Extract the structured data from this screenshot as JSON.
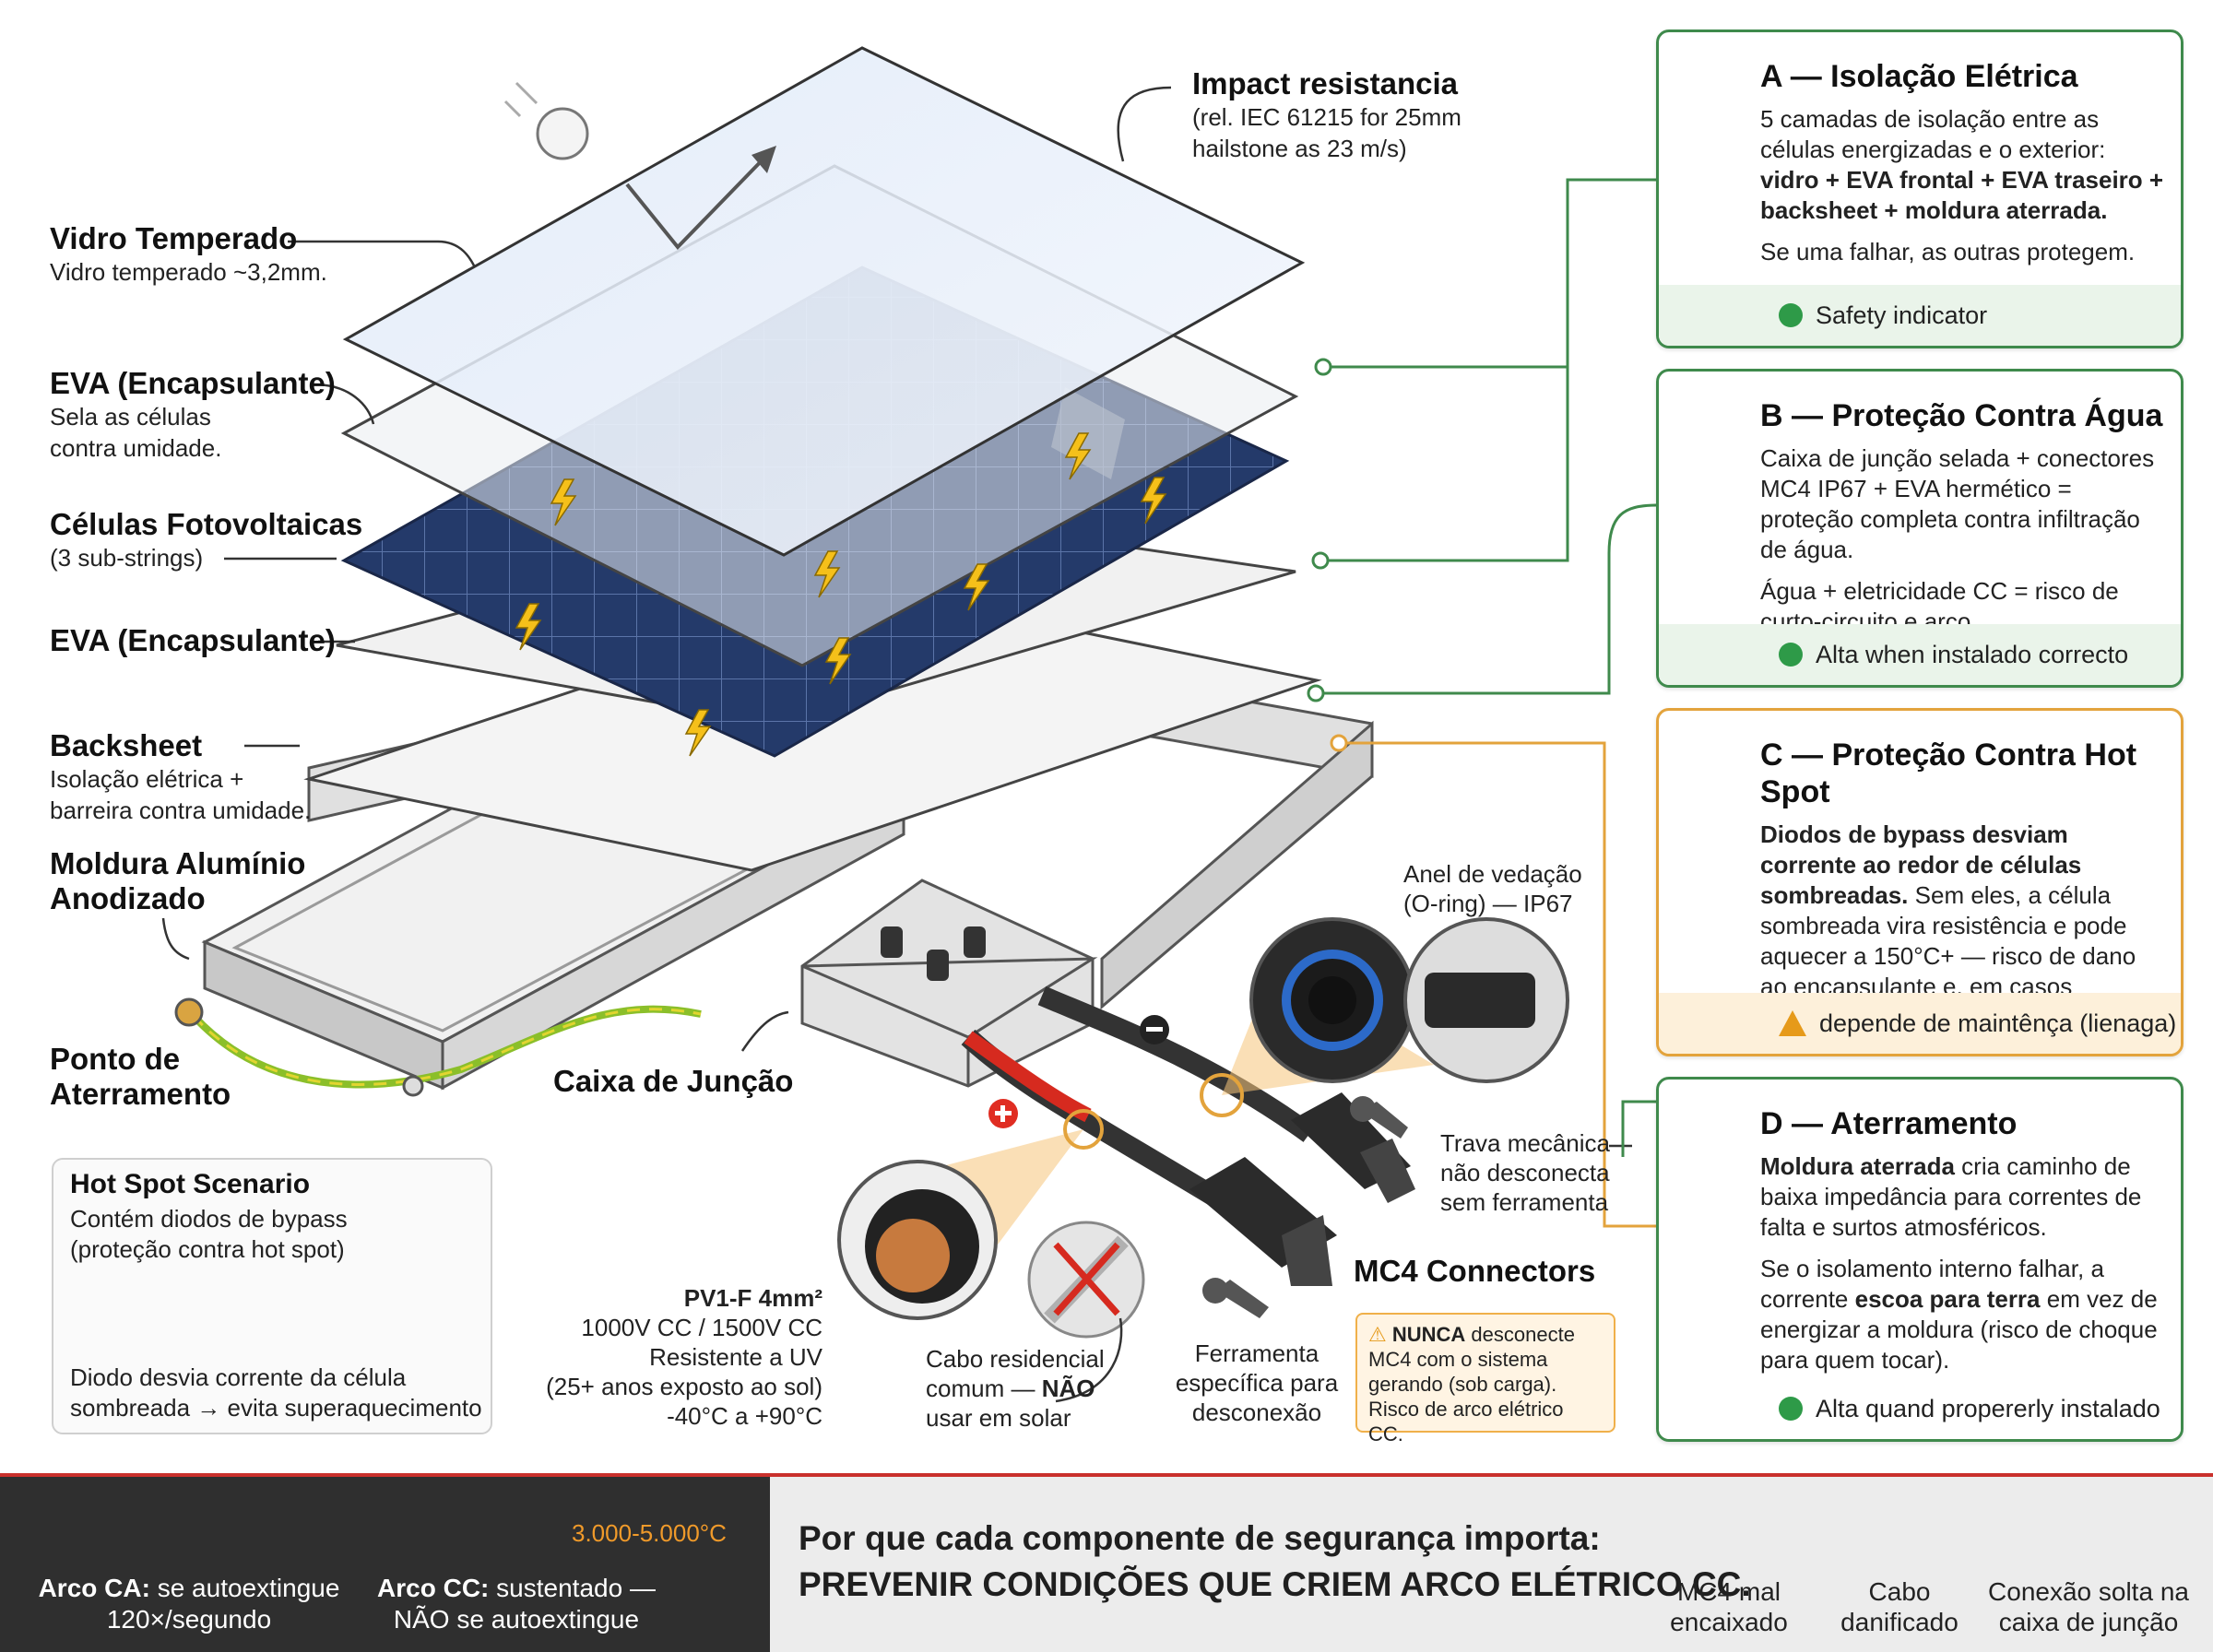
{
  "labels": {
    "vidro": {
      "title": "Vidro Temperado",
      "sub": "Vidro temperado ~3,2mm."
    },
    "eva1": {
      "title": "EVA (Encapsulante)",
      "sub1": "Sela as células",
      "sub2": "contra umidade."
    },
    "celulas": {
      "title": "Células Fotovoltaicas",
      "sub": "(3 sub-strings)"
    },
    "eva2": {
      "title": "EVA (Encapsulante)"
    },
    "backsheet": {
      "title": "Backsheet",
      "sub1": "Isolação elétrica +",
      "sub2": "barreira contra umidade."
    },
    "moldura": {
      "title1": "Moldura Alumínio",
      "title2": "Anodizado"
    },
    "aterramento": {
      "title1": "Ponto de",
      "title2": "Aterramento"
    },
    "impact": {
      "title": "Impact resistancia",
      "sub1": "(rel. IEC 61215 for 25mm",
      "sub2": "hailstone as 23 m/s)"
    },
    "caixa": "Caixa de Junção",
    "anel": {
      "l1": "Anel de vedação",
      "l2": "(O-ring) — IP67"
    },
    "trava": {
      "l1": "Trava mecânica",
      "l2": "não desconecta",
      "l3": "sem ferramenta"
    },
    "mc4": "MC4 Connectors",
    "pv1f": {
      "title": "PV1-F 4mm²",
      "l1": "1000V CC / 1500V CC",
      "l2": "Resistente a UV",
      "l3": "(25+ anos exposto ao sol)",
      "l4": "-40°C a +90°C"
    },
    "cabo_res": {
      "l1": "Cabo residencial",
      "l2a": "comum — ",
      "l2b": "NÃO",
      "l3": "usar em solar"
    },
    "ferramenta": {
      "l1": "Ferramenta",
      "l2": "específica para",
      "l3": "desconexão"
    },
    "warn": {
      "b": "NUNCA",
      "l1": " desconecte",
      "l2": "MC4 com o sistema",
      "l3": "gerando (sob carga).",
      "l4": "Risco de arco elétrico CC."
    }
  },
  "hotspot": {
    "title": "Hot Spot Scenario",
    "l1": "Contém diodos de bypass",
    "l2": "(proteção contra hot spot)",
    "l3": "Diodo desvia corrente da célula",
    "l4": "sombreada → evita superaquecimento"
  },
  "cards": {
    "a": {
      "title": "A — Isolação Elétrica",
      "p1": "5 camadas de isolação entre as células energizadas e o exterior:",
      "p1b": "vidro + EVA frontal + EVA traseiro + backsheet + moldura aterrada.",
      "p2": "Se uma falhar, as outras protegem.",
      "foot": "Safety indicator"
    },
    "b": {
      "title": "B — Proteção Contra Água",
      "p1": "Caixa de junção selada + conectores MC4 IP67 + EVA hermético = proteção completa contra infiltração de água.",
      "p2": "Água + eletricidade CC = risco de curto-circuito e arco.",
      "foot": "Alta when instalado correcto"
    },
    "c": {
      "title": "C — Proteção Contra Hot Spot",
      "p1b": "Diodos de bypass desviam corrente ao redor de células sombreadas.",
      "p1": "Sem eles, a célula sombreada vira resistência e pode aquecer a 150°C+ — risco de dano ao encapsulante e, em casos extremos, ignição.",
      "foot": "depende de maintênça (lienaga)"
    },
    "d": {
      "title": "D — Aterramento",
      "p1b": "Moldura aterrada",
      "p1": " cria caminho de baixa impedância para correntes de falta e surtos atmosféricos.",
      "p2a": "Se o isolamento interno falhar, a corrente ",
      "p2b": "escoa para terra",
      "p2c": " em vez de energizar a moldura (risco de choque para quem tocar).",
      "foot": "Alta quand propererly instalado"
    }
  },
  "banner": {
    "ac_b": "Arco CA:",
    "ac_1": " se autoextingue",
    "ac_2": "120×/segundo",
    "dc_b": "Arco CC:",
    "dc_1": " sustentado —",
    "dc_2": "NÃO se autoextingue",
    "temp": "3.000-5.000°C",
    "q1": "Por que cada componente de segurança importa:",
    "q2": "PREVENIR CONDIÇÕES QUE CRIEM ARCO ELÉTRICO CC.",
    "i1a": "MC4 mal",
    "i1b": "encaixado",
    "i2a": "Cabo",
    "i2b": "danificado",
    "i3a": "Conexão solta na",
    "i3b": "caixa de junção"
  },
  "colors": {
    "green": "#3f8a4c",
    "orange": "#e3a33c",
    "cell": "#22345f",
    "red": "#c9302c"
  },
  "icons": [
    "lightning-shield-icon",
    "water-drop-shield-icon",
    "thermometer-shield-icon",
    "ground-symbol-icon",
    "warning-icon",
    "wrench-icon",
    "fire-icon",
    "sine-wave-icon"
  ]
}
